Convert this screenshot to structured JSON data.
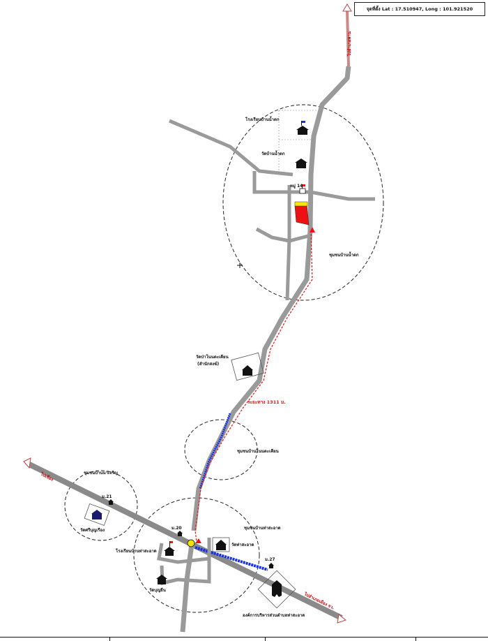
{
  "coordinates": {
    "label": "จุดที่ตั้ง Lat : 17.510947, Long : 101.921520"
  },
  "road_labels": {
    "north": "ไปอำเภอพาน",
    "west": "ไปเชียง",
    "east": "ไปอำเภอเมือง จว."
  },
  "distance_label": "ระยะทาง 1311 ม.",
  "places": {
    "school_top": "โรงเรียนบ้านน้ำตก",
    "temple_top": "วัดบ้านน้ำตก",
    "village_office": "หมู่ 14",
    "temple_mid": "วัดป่าโนนตะเคียน",
    "temple_mid_sub": "(สำนักสงฆ์)",
    "school_center": "โรงเรียนบ้านท่าสะอาด",
    "temple_center": "วัดท่าสะอาด",
    "temple_bottom": "วัดบุญยืน",
    "temple_west": "วัดศรีบุญเรือง",
    "office_bottom": "องค์การบริหารส่วนตำบลท่าสะอาด",
    "marker_21": "ม.21",
    "marker_20": "ม.20",
    "marker_27": "ม.27"
  },
  "zones": {
    "north_zone": "ชุมชนบ้านน้ำตก",
    "middle_zone": "ชุมชนบ้านโนนตะเคียน",
    "west_zone": "ชุมชนบ้านนาเจริญ",
    "center_zone": "ชุมชนบ้านท่าสะอาด"
  },
  "colors": {
    "road": "#9a9a9a",
    "highway": "#8a8a8a",
    "route": "#e11111",
    "blue_road": "#1530e8",
    "circle": "#222222"
  }
}
